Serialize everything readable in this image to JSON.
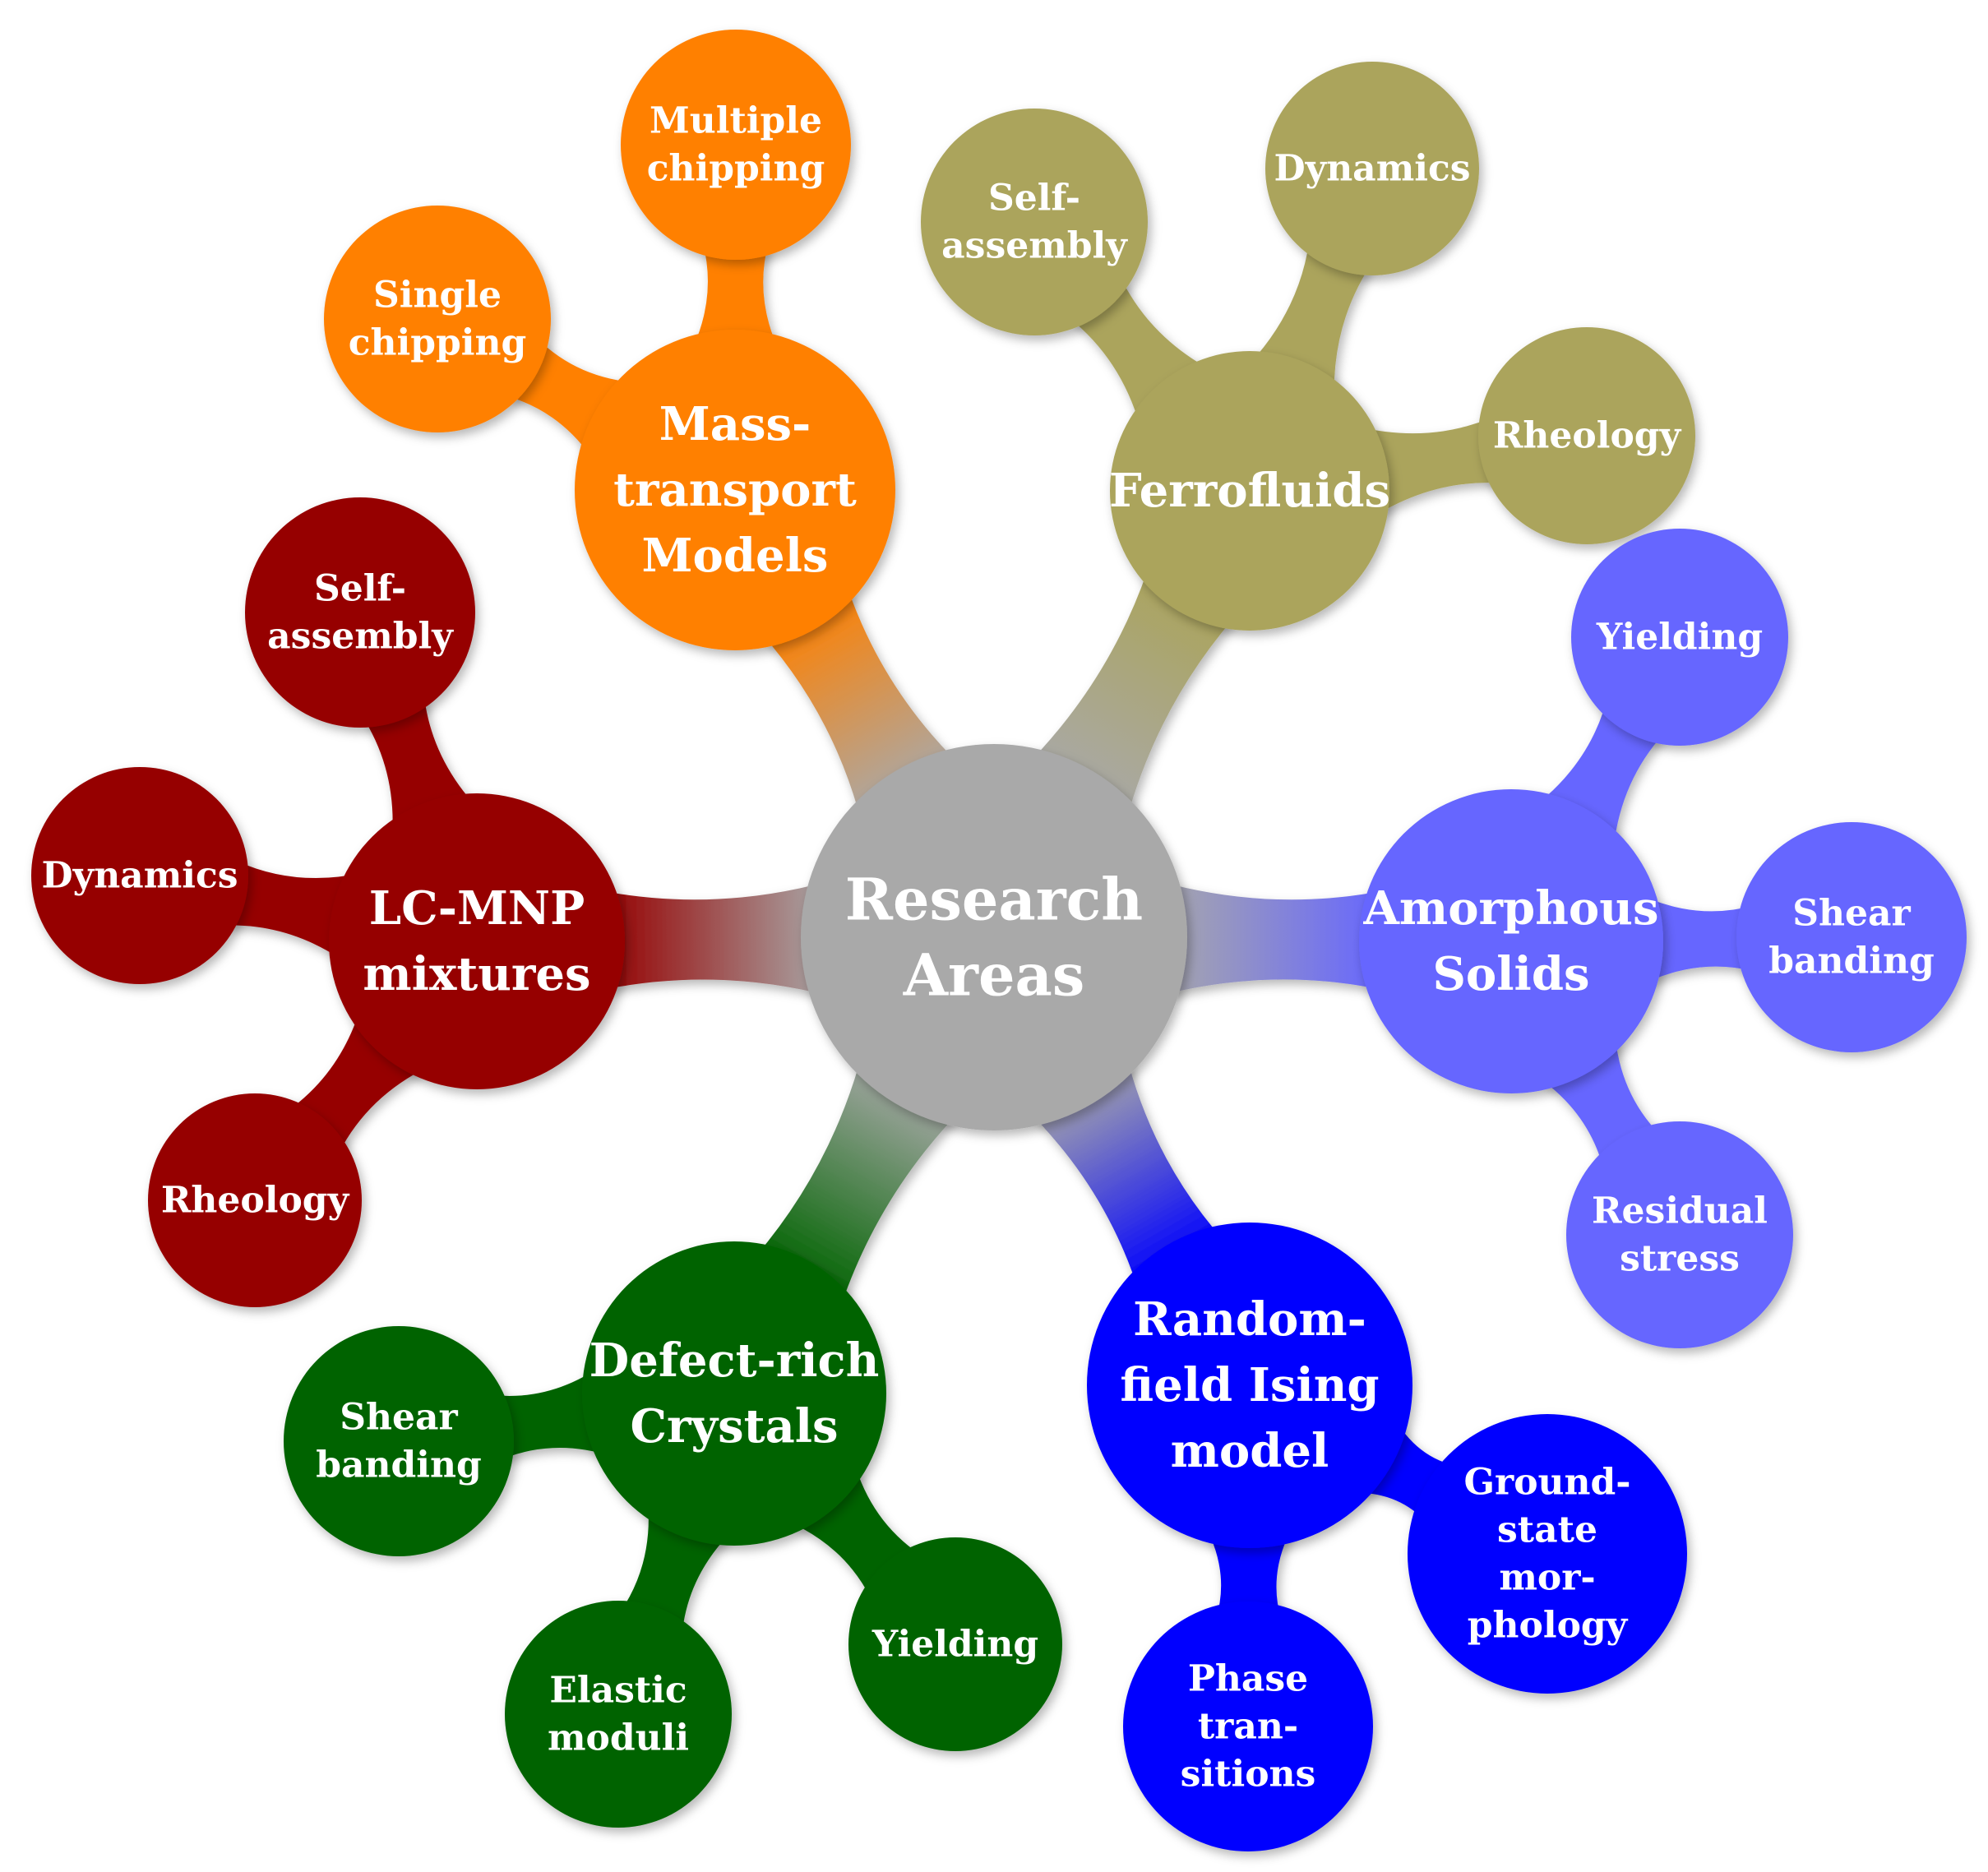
{
  "diagram": {
    "colors": {
      "root": "#a9a9a9",
      "mass_transport": "#ff8000",
      "ferrofluids": "#aba45c",
      "lc_mnp": "#960000",
      "amorphous": "#6666ff",
      "defect_rich": "#006400",
      "rfim": "#0000ff"
    },
    "root": {
      "lines": [
        "Research",
        "Areas"
      ]
    },
    "branches": [
      {
        "id": "mass-transport",
        "color_key": "mass_transport",
        "lines": [
          "Mass-",
          "transport",
          "Models"
        ],
        "children": [
          {
            "id": "single-chipping",
            "lines": [
              "Single",
              "chipping"
            ]
          },
          {
            "id": "multiple-chipping",
            "lines": [
              "Multiple",
              "chipping"
            ]
          }
        ]
      },
      {
        "id": "ferrofluids",
        "color_key": "ferrofluids",
        "lines": [
          "Ferrofluids"
        ],
        "children": [
          {
            "id": "self-assembly",
            "lines": [
              "Self-",
              "assembly"
            ]
          },
          {
            "id": "dynamics",
            "lines": [
              "Dynamics"
            ]
          },
          {
            "id": "rheology",
            "lines": [
              "Rheology"
            ]
          }
        ]
      },
      {
        "id": "lc-mnp-mixtures",
        "color_key": "lc_mnp",
        "lines": [
          "LC-MNP",
          "mixtures"
        ],
        "children": [
          {
            "id": "self-assembly",
            "lines": [
              "Self-",
              "assembly"
            ]
          },
          {
            "id": "dynamics",
            "lines": [
              "Dynamics"
            ]
          },
          {
            "id": "rheology",
            "lines": [
              "Rheology"
            ]
          }
        ]
      },
      {
        "id": "amorphous-solids",
        "color_key": "amorphous",
        "lines": [
          "Amorphous",
          "Solids"
        ],
        "children": [
          {
            "id": "yielding",
            "lines": [
              "Yielding"
            ]
          },
          {
            "id": "shear-banding",
            "lines": [
              "Shear",
              "banding"
            ]
          },
          {
            "id": "residual-stress",
            "lines": [
              "Residual",
              "stress"
            ]
          }
        ]
      },
      {
        "id": "defect-rich-crystals",
        "color_key": "defect_rich",
        "lines": [
          "Defect-rich",
          "Crystals"
        ],
        "children": [
          {
            "id": "shear-banding",
            "lines": [
              "Shear",
              "banding"
            ]
          },
          {
            "id": "elastic-moduli",
            "lines": [
              "Elastic",
              "moduli"
            ]
          },
          {
            "id": "yielding",
            "lines": [
              "Yielding"
            ]
          }
        ]
      },
      {
        "id": "random-field-ising-model",
        "color_key": "rfim",
        "lines": [
          "Random-",
          "field Ising",
          "model"
        ],
        "children": [
          {
            "id": "ground-state-morphology",
            "lines": [
              "Ground-",
              "state",
              "mor-",
              "phology"
            ]
          },
          {
            "id": "phase-transitions",
            "lines": [
              "Phase",
              "tran-",
              "sitions"
            ]
          }
        ]
      }
    ]
  }
}
